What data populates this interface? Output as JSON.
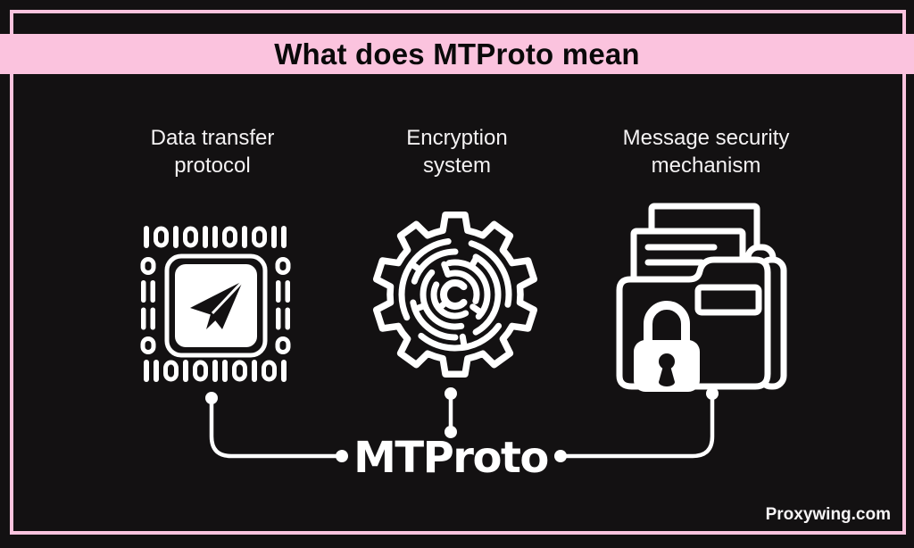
{
  "title": "What does MTProto mean",
  "center_label": "MTProto",
  "footer": {
    "site": "Proxywing.com"
  },
  "columns": [
    {
      "label": "Data transfer\nprotocol",
      "icon": "telegram-chip-icon"
    },
    {
      "label": "Encryption\nsystem",
      "icon": "maze-gear-icon"
    },
    {
      "label": "Message security\nmechanism",
      "icon": "locked-folder-icon"
    }
  ],
  "icons": {
    "chip": {
      "binary_top": "IOIOIIOIOII",
      "binary_bottom": "IIOIOIIOIOI",
      "side_left": [
        "O",
        "II",
        "II",
        "O"
      ],
      "side_right": [
        "O",
        "II",
        "II",
        "O"
      ]
    }
  },
  "colors": {
    "background": "#131112",
    "pink": "#fbc3de",
    "foreground": "#ffffff",
    "title_text": "#0a090a"
  }
}
